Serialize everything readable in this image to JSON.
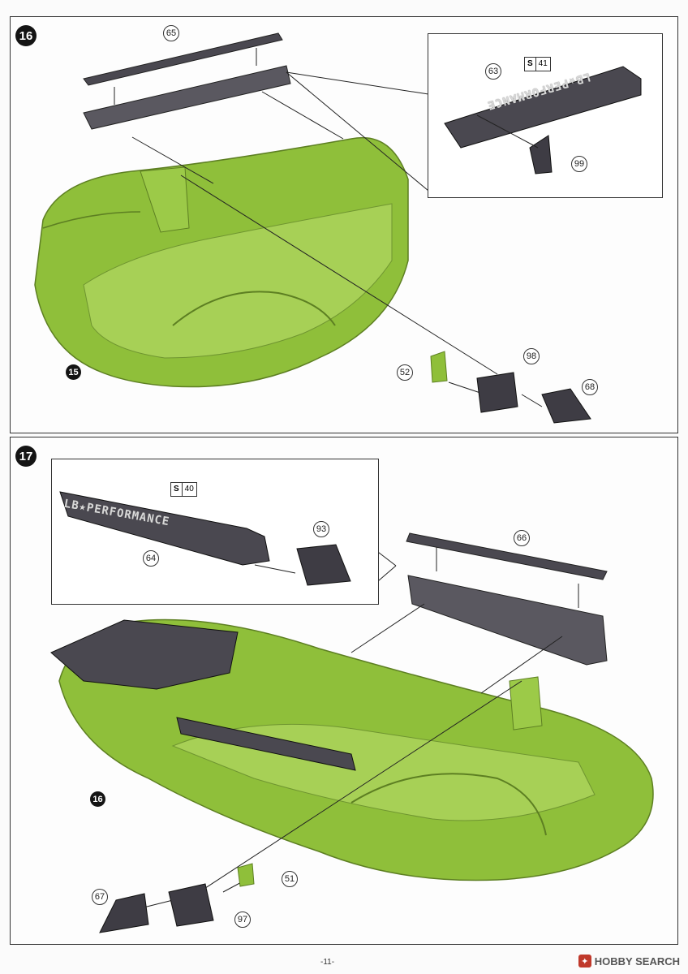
{
  "page": {
    "number": "-11-"
  },
  "watermark": {
    "brand": "HOBBY SEARCH",
    "logo_icon": "hobbysearch-logo-icon"
  },
  "colors": {
    "body_green": "#8fbf3a",
    "part_gray": "#4a4850",
    "ink": "#141414"
  },
  "step16": {
    "step": "16",
    "assembly_ref": "15",
    "parts": {
      "wing_top": "65",
      "wing_base": "63",
      "bracket_inset": "99",
      "bracket": "98",
      "fin_left": "52",
      "fin_right": "68"
    },
    "inset_decal": {
      "sheet": "S",
      "number": "41",
      "text": "LB★PERFORMANCE"
    }
  },
  "step17": {
    "step": "17",
    "assembly_ref": "16",
    "parts": {
      "wing_top": "66",
      "wing_base_inset": "64",
      "bracket_inset": "93",
      "bracket": "97",
      "fin_left": "67",
      "fin_right": "51"
    },
    "inset_decal": {
      "sheet": "S",
      "number": "40",
      "text": "LB★PERFORMANCE"
    }
  }
}
